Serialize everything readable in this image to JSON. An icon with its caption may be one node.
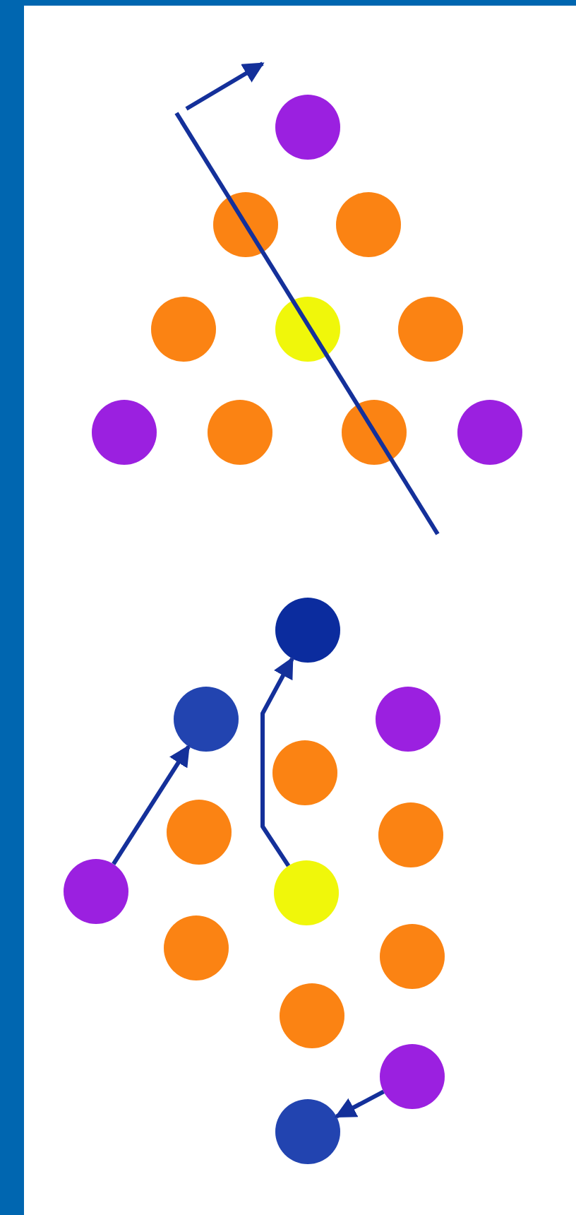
{
  "diagram": {
    "nodes": [
      {
        "text": [],
        "shape": "circle"
      },
      {
        "text": [],
        "shape": "circle"
      },
      {
        "text": [],
        "shape": "circle"
      },
      {
        "text": [],
        "shape": "circle"
      },
      {
        "text": [],
        "shape": "circle"
      },
      {
        "text": [],
        "shape": "circle"
      },
      {
        "text": [],
        "shape": "circle"
      },
      {
        "text": [],
        "shape": "circle"
      },
      {
        "text": [],
        "shape": "circle"
      },
      {
        "text": [],
        "shape": "circle"
      },
      {
        "text": [],
        "shape": "circle"
      },
      {
        "text": [],
        "shape": "circle"
      },
      {
        "text": [],
        "shape": "circle"
      },
      {
        "text": [],
        "shape": "circle"
      },
      {
        "text": [],
        "shape": "circle"
      },
      {
        "text": [],
        "shape": "circle"
      },
      {
        "text": [],
        "shape": "circle"
      },
      {
        "text": [],
        "shape": "circle"
      },
      {
        "text": [],
        "shape": "circle"
      },
      {
        "text": [],
        "shape": "circle"
      },
      {
        "text": [],
        "shape": "circle"
      },
      {
        "text": [],
        "shape": "circle"
      },
      {
        "text": [],
        "shape": "circle"
      }
    ],
    "edges": [
      {
        "from": 16,
        "to": 11,
        "arrow": "to"
      },
      {
        "from": 17,
        "to": 10,
        "arrow": "to"
      },
      {
        "from": 21,
        "to": 22,
        "arrow": "to"
      }
    ]
  }
}
